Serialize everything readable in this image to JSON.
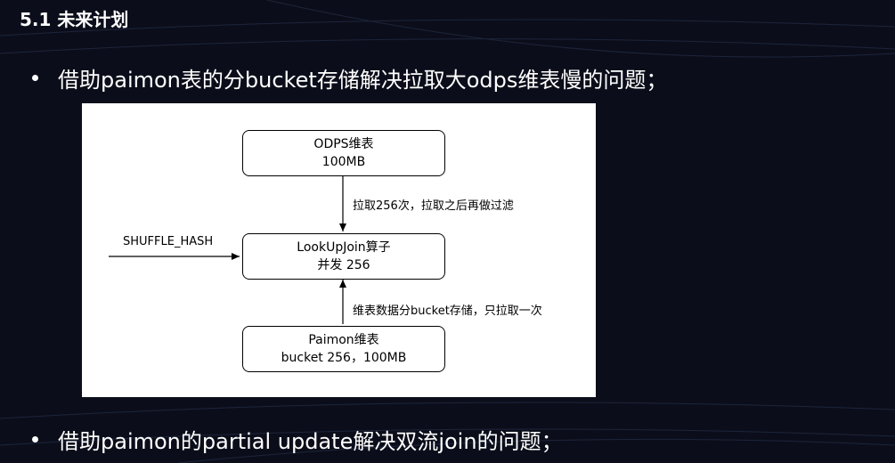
{
  "title": "5.1 未来计划",
  "bullets": [
    "借助paimon表的分bucket存储解决拉取大odps维表慢的问题；",
    "借助paimon的partial update解决双流join的问题；"
  ],
  "diagram": {
    "nodes": {
      "odps": {
        "line1": "ODPS维表",
        "line2": "100MB"
      },
      "lookup": {
        "line1": "LookUpJoin算子",
        "line2": "并发 256"
      },
      "paimon": {
        "line1": "Paimon维表",
        "line2": "bucket 256，100MB"
      }
    },
    "edges": {
      "odps_to_lookup": "拉取256次，拉取之后再做过滤",
      "paimon_to_lookup": "维表数据分bucket存储，只拉取一次",
      "shuffle_input": "SHUFFLE_HASH"
    }
  }
}
